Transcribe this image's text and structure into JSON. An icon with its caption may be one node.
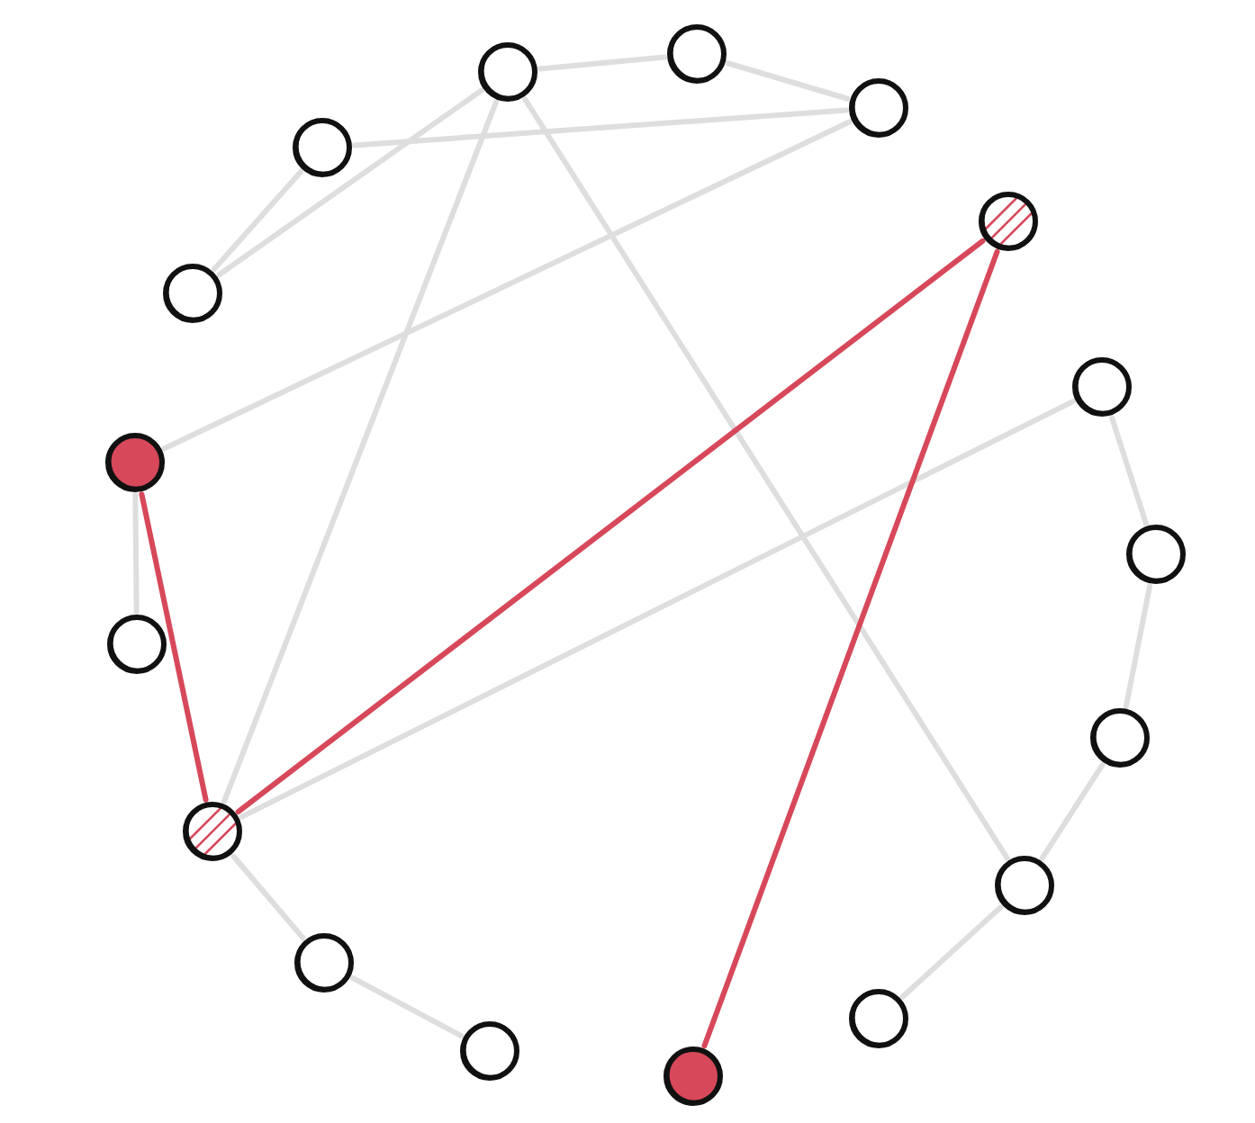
{
  "diagram": {
    "nodes": [
      {
        "text": [],
        "shape": "circle"
      },
      {
        "text": [],
        "shape": "circle"
      },
      {
        "text": [],
        "shape": "circle"
      },
      {
        "text": [],
        "shape": "circle"
      },
      {
        "text": [],
        "shape": "circle"
      },
      {
        "text": [],
        "shape": "circle"
      },
      {
        "text": [],
        "shape": "circle"
      },
      {
        "text": [],
        "shape": "circle"
      },
      {
        "text": [],
        "shape": "circle"
      },
      {
        "text": [],
        "shape": "circle"
      },
      {
        "text": [],
        "shape": "circle"
      },
      {
        "text": [],
        "shape": "circle"
      },
      {
        "text": [],
        "shape": "circle"
      },
      {
        "text": [],
        "shape": "circle"
      },
      {
        "text": [],
        "shape": "circle"
      },
      {
        "text": [],
        "shape": "circle"
      },
      {
        "text": [],
        "shape": "circle"
      }
    ],
    "edges": [
      {
        "from": 1,
        "to": 0,
        "arrow": "none"
      },
      {
        "from": 0,
        "to": 2,
        "arrow": "none"
      },
      {
        "from": 3,
        "to": 5,
        "arrow": "none"
      },
      {
        "from": 5,
        "to": 1,
        "arrow": "none"
      },
      {
        "from": 3,
        "to": 2,
        "arrow": "none"
      },
      {
        "from": 2,
        "to": 7,
        "arrow": "none"
      },
      {
        "from": 1,
        "to": 11,
        "arrow": "none"
      },
      {
        "from": 1,
        "to": 12,
        "arrow": "none"
      },
      {
        "from": 7,
        "to": 9,
        "arrow": "none"
      },
      {
        "from": 7,
        "to": 11,
        "arrow": "none",
        "color": "#d6485a"
      },
      {
        "from": 11,
        "to": 4,
        "arrow": "none",
        "color": "#d6485a"
      },
      {
        "from": 11,
        "to": 6,
        "arrow": "none"
      },
      {
        "from": 4,
        "to": 16,
        "arrow": "none",
        "color": "#d6485a"
      },
      {
        "from": 6,
        "to": 8,
        "arrow": "none"
      },
      {
        "from": 8,
        "to": 10,
        "arrow": "none"
      },
      {
        "from": 10,
        "to": 12,
        "arrow": "none"
      },
      {
        "from": 12,
        "to": 14,
        "arrow": "none"
      },
      {
        "from": 11,
        "to": 13,
        "arrow": "none"
      },
      {
        "from": 13,
        "to": 15,
        "arrow": "none"
      }
    ]
  }
}
